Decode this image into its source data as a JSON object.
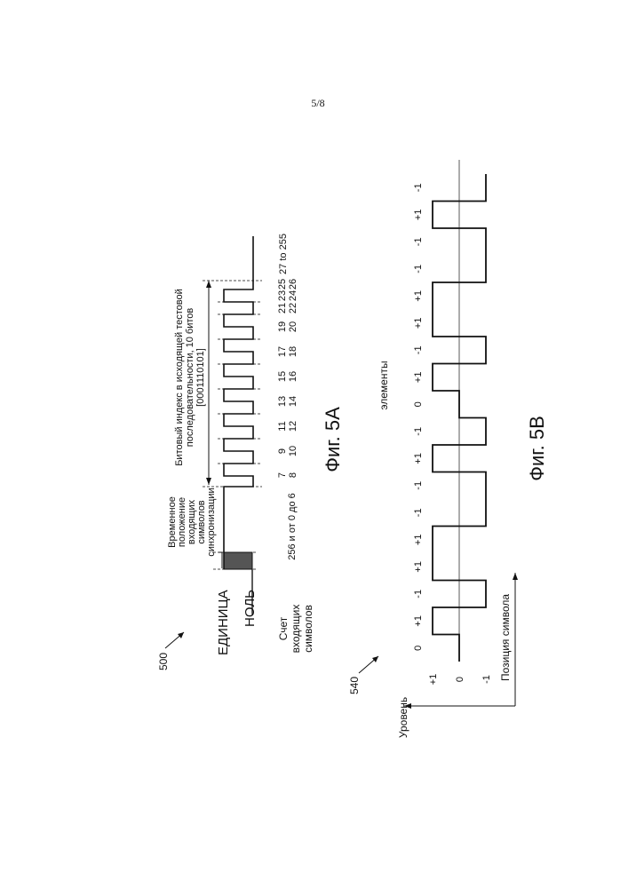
{
  "page_number": "5/8",
  "fig5a": {
    "ref": "500",
    "caption": "Фиг. 5A",
    "one_label": "ЕДИНИЦА",
    "zero_label": "НОЛЬ",
    "count_label": [
      "Счет",
      "входящих",
      "символов"
    ],
    "sync_label": [
      "Временное",
      "положение",
      "входящих",
      "символов",
      "синхронизации"
    ],
    "bit_index_label": [
      "Битовый индекс в исходящей тестовой",
      "последовательности, 10 битов",
      "[0001110101]"
    ],
    "count_start": "256 и от 0 до 6",
    "count_end": "27 to 255",
    "count_pairs": [
      [
        "7",
        "8"
      ],
      [
        "9",
        "10"
      ],
      [
        "11",
        "12"
      ],
      [
        "13",
        "14"
      ],
      [
        "15",
        "16"
      ],
      [
        "17",
        "18"
      ],
      [
        "19",
        "20"
      ],
      [
        "21",
        "22"
      ],
      [
        "23",
        "24"
      ],
      [
        "25",
        "26"
      ]
    ]
  },
  "fig5b": {
    "ref": "540",
    "caption": "Фиг. 5B",
    "y_axis_label": "Уровень",
    "x_axis_label": "Позиция символа",
    "elements_label": "элементы",
    "level_labels": [
      "+1",
      "0",
      "-1"
    ],
    "symbols": [
      "0",
      "+1",
      "-1",
      "+1",
      "+1",
      "-1",
      "-1",
      "+1",
      "-1",
      "0",
      "+1",
      "-1",
      "+1",
      "+1",
      "-1",
      "-1",
      "+1",
      "-1"
    ]
  }
}
